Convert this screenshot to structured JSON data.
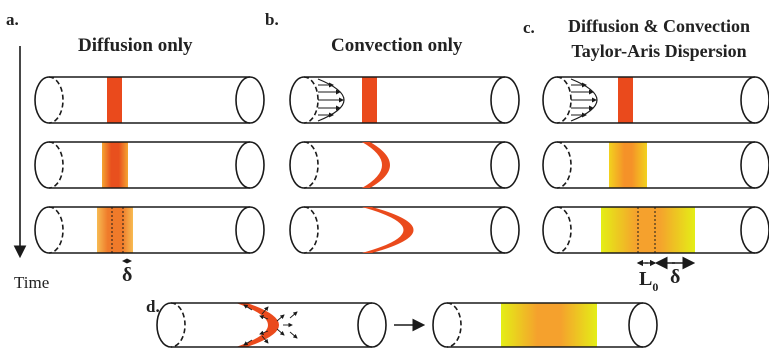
{
  "panels": {
    "a": {
      "letter": "a.",
      "title": "Diffusion only"
    },
    "b": {
      "letter": "b.",
      "title": "Convection only"
    },
    "c": {
      "letter": "c.",
      "title_line1": "Diffusion & Convection",
      "title_line2": "Taylor-Aris Dispersion"
    },
    "d": {
      "letter": "d."
    }
  },
  "axis": {
    "time_label": "Time"
  },
  "symbols": {
    "delta": "δ",
    "L0_main": "L",
    "L0_sub": "0"
  },
  "colors": {
    "band": "#ea4a1c",
    "yellow": "#e6ee1a",
    "orange": "#f59a2b",
    "outline": "#1a1a1a"
  }
}
